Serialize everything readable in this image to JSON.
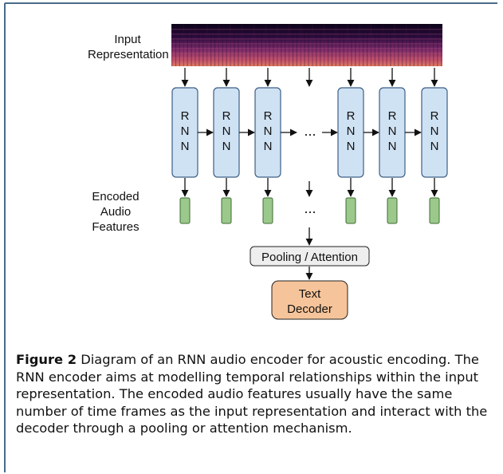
{
  "labels": {
    "input_representation": [
      "Input",
      "Representation"
    ],
    "encoded_features": [
      "Encoded",
      "Audio",
      "Features"
    ],
    "rnn_letters": [
      "R",
      "N",
      "N"
    ],
    "ellipsis": "...",
    "pooling": "Pooling / Attention",
    "decoder": [
      "Text",
      "Decoder"
    ]
  },
  "caption": {
    "figure_label": "Figure 2",
    "text": "Diagram of an RNN audio encoder for acoustic encoding. The RNN encoder aims at modelling temporal relationships within the input representation. The encoded audio features usually have the same number of time frames as the input representation and interact with the decoder through a pooling or attention mechanism."
  },
  "colors": {
    "rnn_fill": "#cfe2f3",
    "rnn_stroke": "#3d5f86",
    "feature_fill": "#9bc98c",
    "feature_stroke": "#3f6b33",
    "pooling_fill": "#eeeeee",
    "decoder_fill": "#f6c49a",
    "border": "#4a6b8a"
  },
  "rnn_count_left": 3,
  "rnn_count_right": 3
}
